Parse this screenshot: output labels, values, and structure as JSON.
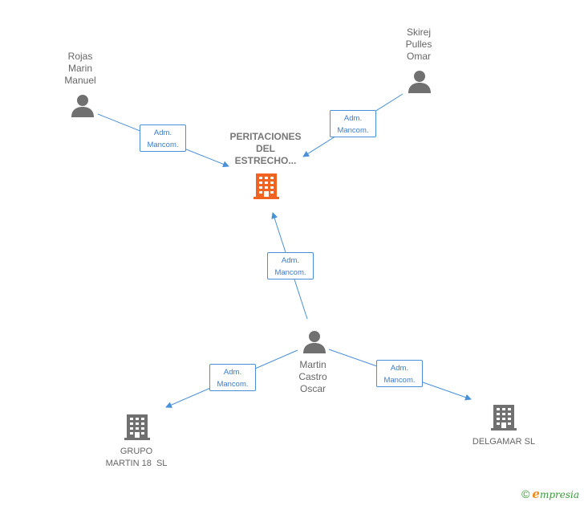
{
  "colors": {
    "edge": "#4a90d9",
    "person_icon": "#707070",
    "company_icon": "#707070",
    "focus_company_icon": "#f26322",
    "brand_green": "#3a9a3a",
    "brand_orange": "#f08a1a"
  },
  "nodes": {
    "focus": {
      "lines": [
        "PERITACIONES",
        "DEL",
        "ESTRECHO..."
      ],
      "icon": "building-icon"
    },
    "rojas": {
      "lines": [
        "Rojas",
        "Marin",
        "Manuel"
      ],
      "icon": "person-icon"
    },
    "skirej": {
      "lines": [
        "Skirej",
        "Pulles",
        "Omar"
      ],
      "icon": "person-icon"
    },
    "martin": {
      "lines": [
        "Martin",
        "Castro",
        "Oscar"
      ],
      "icon": "person-icon"
    },
    "grupo": {
      "lines": [
        "GRUPO",
        "MARTIN 18  SL"
      ],
      "icon": "building-icon"
    },
    "delgamar": {
      "lines": [
        "DELGAMAR SL"
      ],
      "icon": "building-icon"
    }
  },
  "edges": [
    {
      "id": "rojas-focus",
      "lines": [
        "Adm.",
        "Mancom."
      ]
    },
    {
      "id": "skirej-focus",
      "lines": [
        "Adm.",
        "Mancom."
      ]
    },
    {
      "id": "martin-focus",
      "lines": [
        "Adm.",
        "Mancom."
      ]
    },
    {
      "id": "martin-grupo",
      "lines": [
        "Adm.",
        "Mancom."
      ]
    },
    {
      "id": "martin-delgamar",
      "lines": [
        "Adm.",
        "Mancom."
      ]
    }
  ],
  "brand": {
    "copyright": "©",
    "initial": "e",
    "rest": "mpresia"
  }
}
